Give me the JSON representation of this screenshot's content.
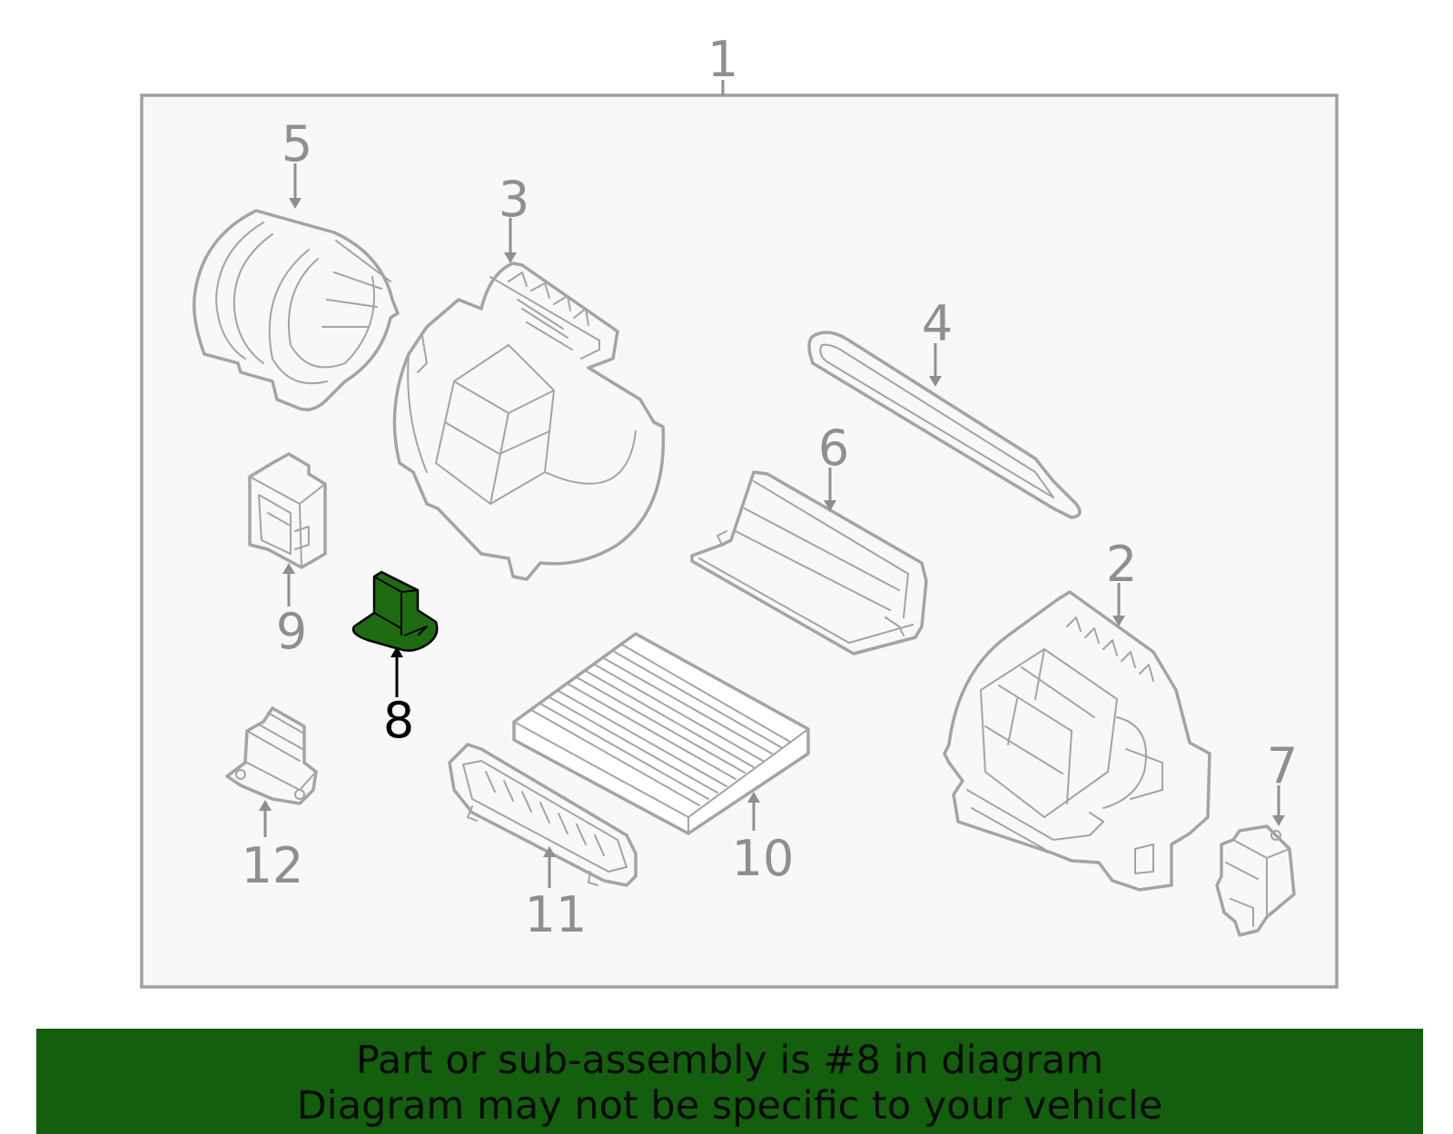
{
  "diagram": {
    "assembly_number": "1",
    "highlight_color": "#1f6b12",
    "frame_background": "#f8f8f8",
    "callouts": [
      {
        "id": "2",
        "label": "2"
      },
      {
        "id": "3",
        "label": "3"
      },
      {
        "id": "4",
        "label": "4"
      },
      {
        "id": "5",
        "label": "5"
      },
      {
        "id": "6",
        "label": "6"
      },
      {
        "id": "7",
        "label": "7"
      },
      {
        "id": "8",
        "label": "8",
        "highlighted": true
      },
      {
        "id": "9",
        "label": "9"
      },
      {
        "id": "10",
        "label": "10"
      },
      {
        "id": "11",
        "label": "11"
      },
      {
        "id": "12",
        "label": "12"
      }
    ]
  },
  "banner": {
    "line1": "Part or sub-assembly is #8 in diagram",
    "line2": "Diagram may not be specific to your vehicle",
    "background": "#135f0e"
  }
}
